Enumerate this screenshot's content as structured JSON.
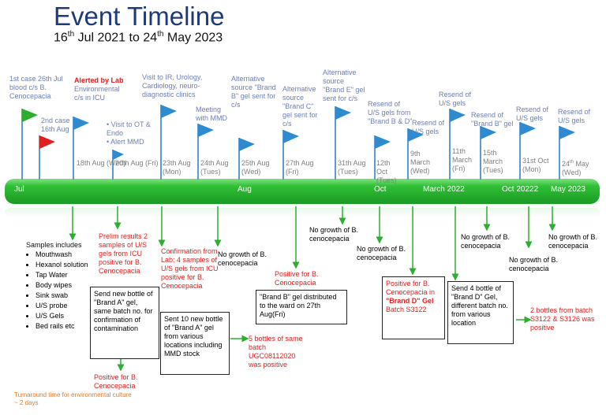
{
  "header": {
    "title": "Event Timeline",
    "subtitle_start": "16",
    "subtitle_start_sup": "th",
    "subtitle_mid": " Jul 2021 to 24",
    "subtitle_end_sup": "th",
    "subtitle_end": " May 2023"
  },
  "timeline_bar": {
    "labels": [
      "Jul",
      "Aug",
      "Oct",
      "March 2022",
      "Oct 20222",
      "May 2023"
    ]
  },
  "events": {
    "first_case": "1st case 26th Jul blood c/s B. Cenocepacia",
    "second_case": "2nd case 16th Aug",
    "alerted_by_lab": "Alerted by Lab",
    "env_cs": "Environmental c/s in ICU",
    "env_date": "18th Aug (Wed)",
    "visit_ot": "Visit to OT & Endo",
    "alert_mmd": "Alert MMD",
    "visit_ot_date": "20th Aug (Fri)",
    "visit_ir": "Visit to IR, Urology, Cardiology, neuro-diagnostic clinics",
    "visit_ir_date": "23th Aug (Mon)",
    "meeting_mmd": "Meeting with MMD",
    "meeting_mmd_date": "24th Aug (Tues)",
    "alt_brand_b": "Alternative source \"Brand B\" gel sent for c/s",
    "alt_brand_b_date": "25th Aug (Wed)",
    "alt_brand_c": "Alternative source \"Brand C\" gel sent for c/s",
    "alt_brand_c_date": "27th Aug (Fri)",
    "alt_brand_e": "Alternative source \"Brand E\" gel sent for c/s",
    "alt_brand_e_date": "31th Aug (Tues)",
    "resend_bd": "Resend of U/S gels from \"Brand B & D\"",
    "resend_bd_date": "12th Oct (Tues)",
    "resend_9mar": "Resend of U/S gels",
    "resend_9mar_date": "9th March (Wed)",
    "resend_11mar": "Resend of U/S gels",
    "resend_11mar_date": "11th March (Fri)",
    "resend_brand_b": "Resend of \"Brand B\" gel",
    "resend_brand_b_date": "15th March (Tues)",
    "resend_31oct": "Resend of U/S gels",
    "resend_31oct_date": "31st Oct (Mon)",
    "resend_24may": "Resend of U/S gels",
    "resend_24may_day": "24",
    "resend_24may_sup": "th",
    "resend_24may_rest": " May (Wed)"
  },
  "outcomes": {
    "samples_title": "Samples includes",
    "samples": [
      "Mouthwash",
      "Hexanol solution",
      "Tap Water",
      "Body wipes",
      "Sink swab",
      "U/S probe",
      "U/S Gels",
      "Bed rails etc"
    ],
    "prelim": "Prelim results 2 samples of U/S gels from ICU positive for B. Cenocepacia",
    "send_brand_a": "Send new bottle of \"Brand A\" gel, same batch no. for confirmation of contamination",
    "positive_b1": "Positive for B. Cenocepacia",
    "confirmation": "Confirmation from Lab; 4 samples of U/S gels from ICU positive for B. Cenocepacia",
    "sent_10": "Sent 10 new bottle of \"Brand A\" gel from various locations including MMD stock",
    "five_bottles": "5 bottles of same batch UGC08112020 was positive",
    "no_growth_1": "No growth of B. cenocepacia",
    "positive_b2": "Positive for B. Cenocepacia",
    "brand_b_dist": "\"Brand B\" gel distributed to the ward on 27th Aug(Fri)",
    "no_growth_2": "No growth of B. cenocepacia",
    "no_growth_3": "No growth of B. cenocepacia",
    "brand_d_pos_1": "Positive for B. Cenocepacia in ",
    "brand_d_pos_2": "\"Brand D\" Gel",
    "brand_d_pos_3": " Batch S3122",
    "send_4": "Send 4 bottle of \"Brand D\" Gel, different batch no. from various location",
    "two_bottles": "2 bottles from batch S3122 & S3126 was positive",
    "no_growth_4": "No growth of B. cenocepacia",
    "no_growth_5": "No growth of B. cenocepacia",
    "no_growth_6": "No growth of B. cenocepacia"
  },
  "footnote": "Turnaround  time for environmental culture ~ 2 days",
  "colors": {
    "bar_green": "#2fbf35",
    "flag_blue": "#2e8bd0",
    "flag_green": "#2cae2f",
    "flag_red": "#e02020",
    "arrow_green": "#2cae2f",
    "title_blue": "#1f3a78",
    "event_text": "#6e7fb3",
    "positive_red": "#e02020",
    "footnote_orange": "#e37922"
  }
}
